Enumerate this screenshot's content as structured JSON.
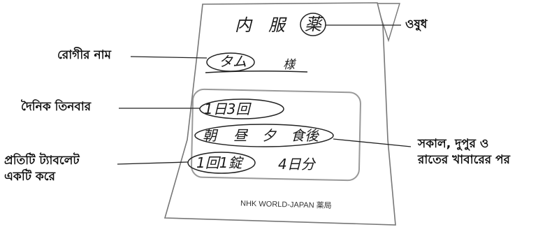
{
  "envelope": {
    "title_line": [
      "内",
      "服",
      "薬"
    ],
    "patient_name": "タム",
    "honorific": "様",
    "times_per_day": "1日3回",
    "timing": [
      "朝",
      "昼",
      "夕",
      "食後"
    ],
    "dose": "1回1錠",
    "duration": "4日分",
    "footer": "NHK WORLD-JAPAN 薬局"
  },
  "labels": {
    "medicine": "ওষুধ",
    "patient_name": "রোগীর নাম",
    "three_times_daily": "দৈনিক তিনবার",
    "one_tablet_each": [
      "প্রতিটি ট্যাবলেট",
      "একটি করে"
    ],
    "after_meals": [
      "সকাল, দুপুর ও",
      "রাতের খাবারের পর"
    ]
  }
}
